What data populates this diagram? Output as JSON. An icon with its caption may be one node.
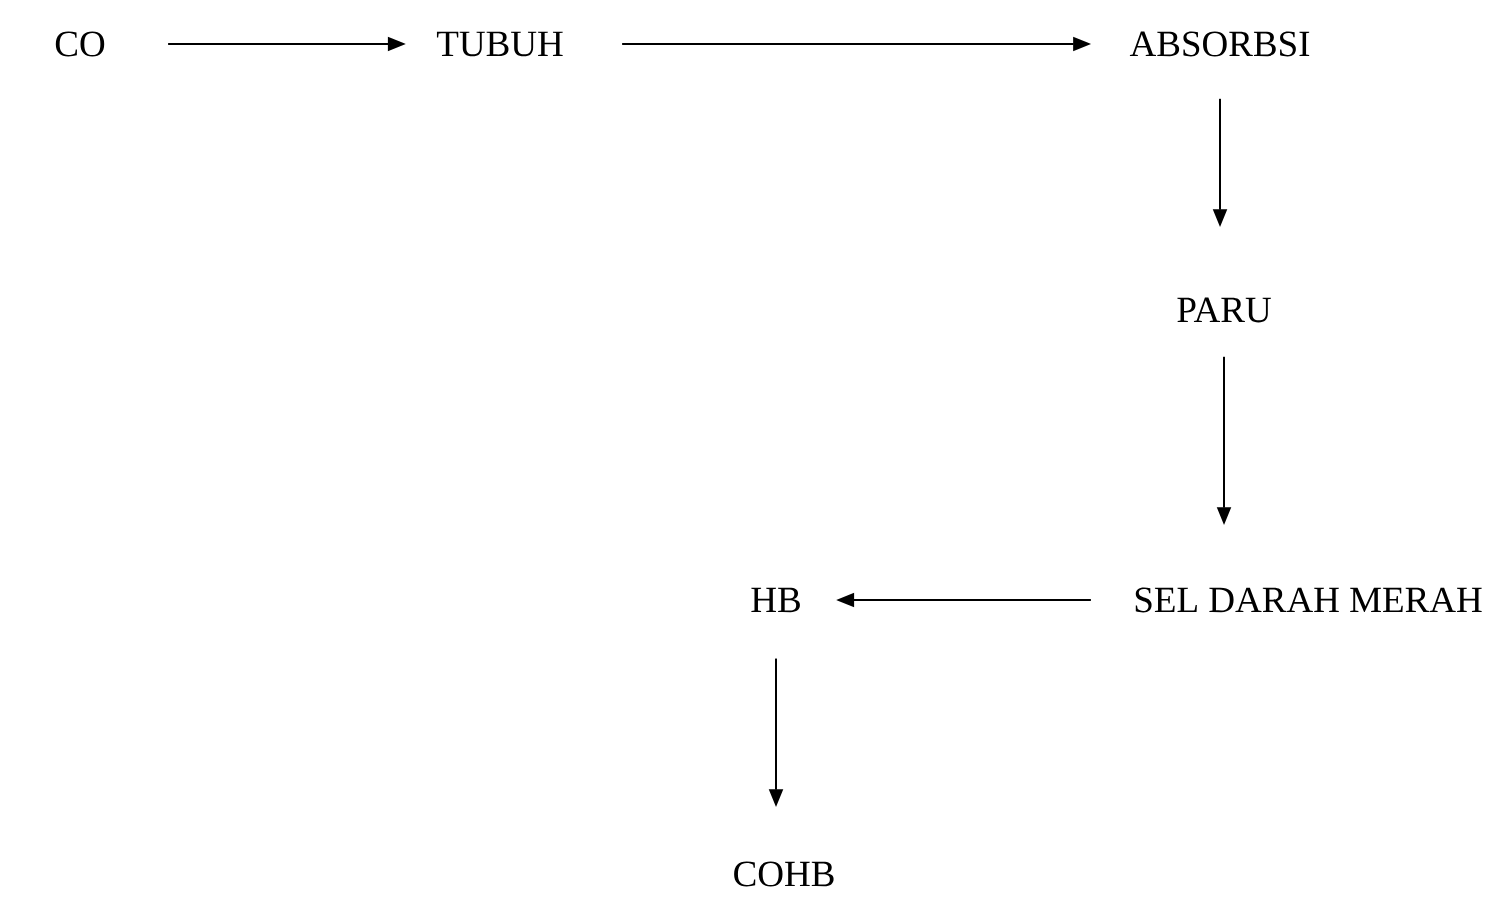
{
  "diagram": {
    "nodes": [
      {
        "text": [
          "CO"
        ]
      },
      {
        "text": [
          "TUBUH"
        ]
      },
      {
        "text": [
          "ABSORBSI"
        ]
      },
      {
        "text": [
          "PARU"
        ]
      },
      {
        "text": [
          "SEL DARAH MERAH"
        ]
      },
      {
        "text": [
          "HB"
        ]
      },
      {
        "text": [
          "COHB"
        ]
      }
    ],
    "edges": [
      {
        "from": 0,
        "to": 1,
        "arrow": "to"
      },
      {
        "from": 1,
        "to": 2,
        "arrow": "to"
      },
      {
        "from": 2,
        "to": 3,
        "arrow": "to"
      },
      {
        "from": 3,
        "to": 4,
        "arrow": "to"
      },
      {
        "from": 4,
        "to": 5,
        "arrow": "to"
      },
      {
        "from": 5,
        "to": 6,
        "arrow": "to"
      }
    ]
  }
}
